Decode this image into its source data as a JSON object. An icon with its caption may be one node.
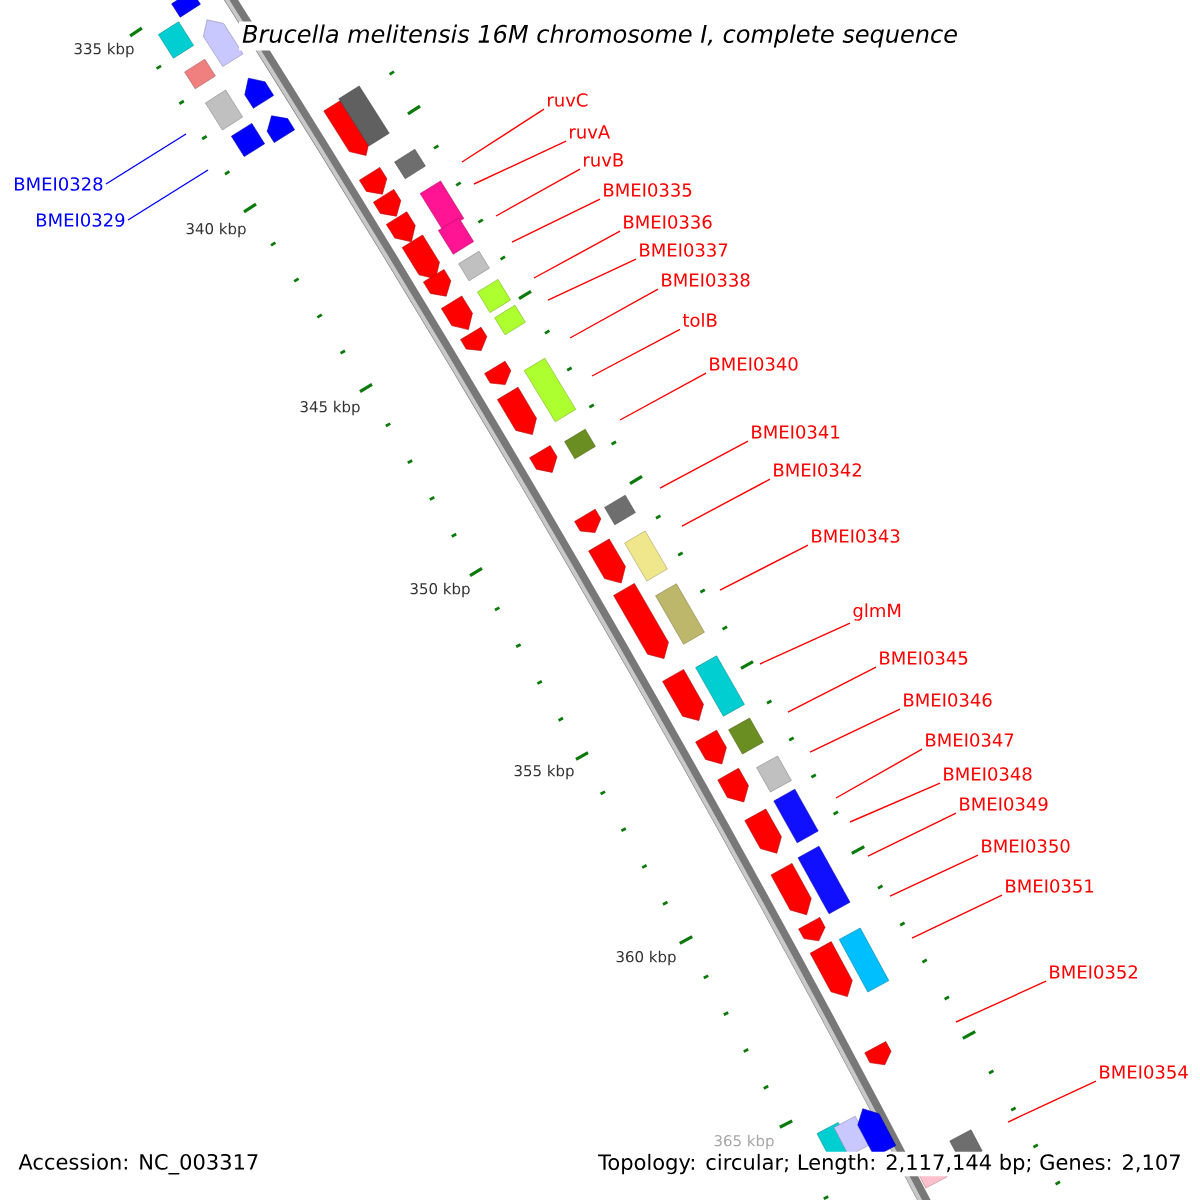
{
  "diagram": {
    "title": "Brucella melitensis 16M chromosome I, complete sequence",
    "nodes": [
      {
        "text": [
          "ruvC"
        ]
      },
      {
        "text": [
          "ruvA"
        ]
      },
      {
        "text": [
          "ruvB"
        ]
      },
      {
        "text": [
          "BMEI0328"
        ]
      },
      {
        "text": [
          "BMEI0335"
        ]
      },
      {
        "text": [
          "BMEI0329"
        ]
      },
      {
        "text": [
          "BMEI0336"
        ]
      },
      {
        "text": [
          "BMEI0337"
        ]
      },
      {
        "text": [
          "BMEI0338"
        ]
      },
      {
        "text": [
          "tolB"
        ]
      },
      {
        "text": [
          "BMEI0340"
        ]
      },
      {
        "text": [
          "BMEI0341"
        ]
      },
      {
        "text": [
          "BMEI0342"
        ]
      },
      {
        "text": [
          "BMEI0343"
        ]
      },
      {
        "text": [
          "glmM"
        ]
      },
      {
        "text": [
          "BMEI0345"
        ]
      },
      {
        "text": [
          "BMEI0346"
        ]
      },
      {
        "text": [
          "BMEI0347"
        ]
      },
      {
        "text": [
          "BMEI0348"
        ]
      },
      {
        "text": [
          "BMEI0349"
        ]
      },
      {
        "text": [
          "BMEI0350"
        ]
      },
      {
        "text": [
          "BMEI0351"
        ]
      },
      {
        "text": [
          "BMEI0352"
        ]
      },
      {
        "text": [
          "BMEI0354"
        ]
      }
    ],
    "edges": [
      {
        "from": 0,
        "to": null,
        "arrow": "none"
      },
      {
        "from": 1,
        "to": null,
        "arrow": "none"
      },
      {
        "from": 2,
        "to": null,
        "arrow": "none"
      },
      {
        "from": 3,
        "to": null,
        "arrow": "none",
        "color": "#0000ff"
      },
      {
        "from": 4,
        "to": null,
        "arrow": "none"
      },
      {
        "from": 5,
        "to": null,
        "arrow": "none",
        "color": "#0000ff"
      },
      {
        "from": 6,
        "to": null,
        "arrow": "none"
      },
      {
        "from": 7,
        "to": null,
        "arrow": "none"
      },
      {
        "from": 8,
        "to": null,
        "arrow": "none"
      },
      {
        "from": 9,
        "to": null,
        "arrow": "none"
      },
      {
        "from": 10,
        "to": null,
        "arrow": "none"
      },
      {
        "from": 11,
        "to": null,
        "arrow": "none"
      },
      {
        "from": 12,
        "to": null,
        "arrow": "none"
      },
      {
        "from": 13,
        "to": null,
        "arrow": "none"
      },
      {
        "from": 14,
        "to": null,
        "arrow": "none"
      },
      {
        "from": 15,
        "to": null,
        "arrow": "none"
      },
      {
        "from": 16,
        "to": null,
        "arrow": "none"
      },
      {
        "from": 17,
        "to": null,
        "arrow": "none"
      },
      {
        "from": 18,
        "to": null,
        "arrow": "none"
      },
      {
        "from": 19,
        "to": null,
        "arrow": "none"
      },
      {
        "from": 20,
        "to": null,
        "arrow": "none"
      },
      {
        "from": 21,
        "to": null,
        "arrow": "none"
      },
      {
        "from": 22,
        "to": null,
        "arrow": "none"
      },
      {
        "from": 23,
        "to": null,
        "arrow": "none"
      }
    ],
    "labels": [
      "335 kbp",
      "340 kbp",
      "345 kbp",
      "350 kbp",
      "355 kbp",
      "360 kbp",
      "365 kbp",
      "Accession: NC_003317",
      "Topology: circular; Length: 2,117,144 bp; Genes: 2,107"
    ]
  }
}
